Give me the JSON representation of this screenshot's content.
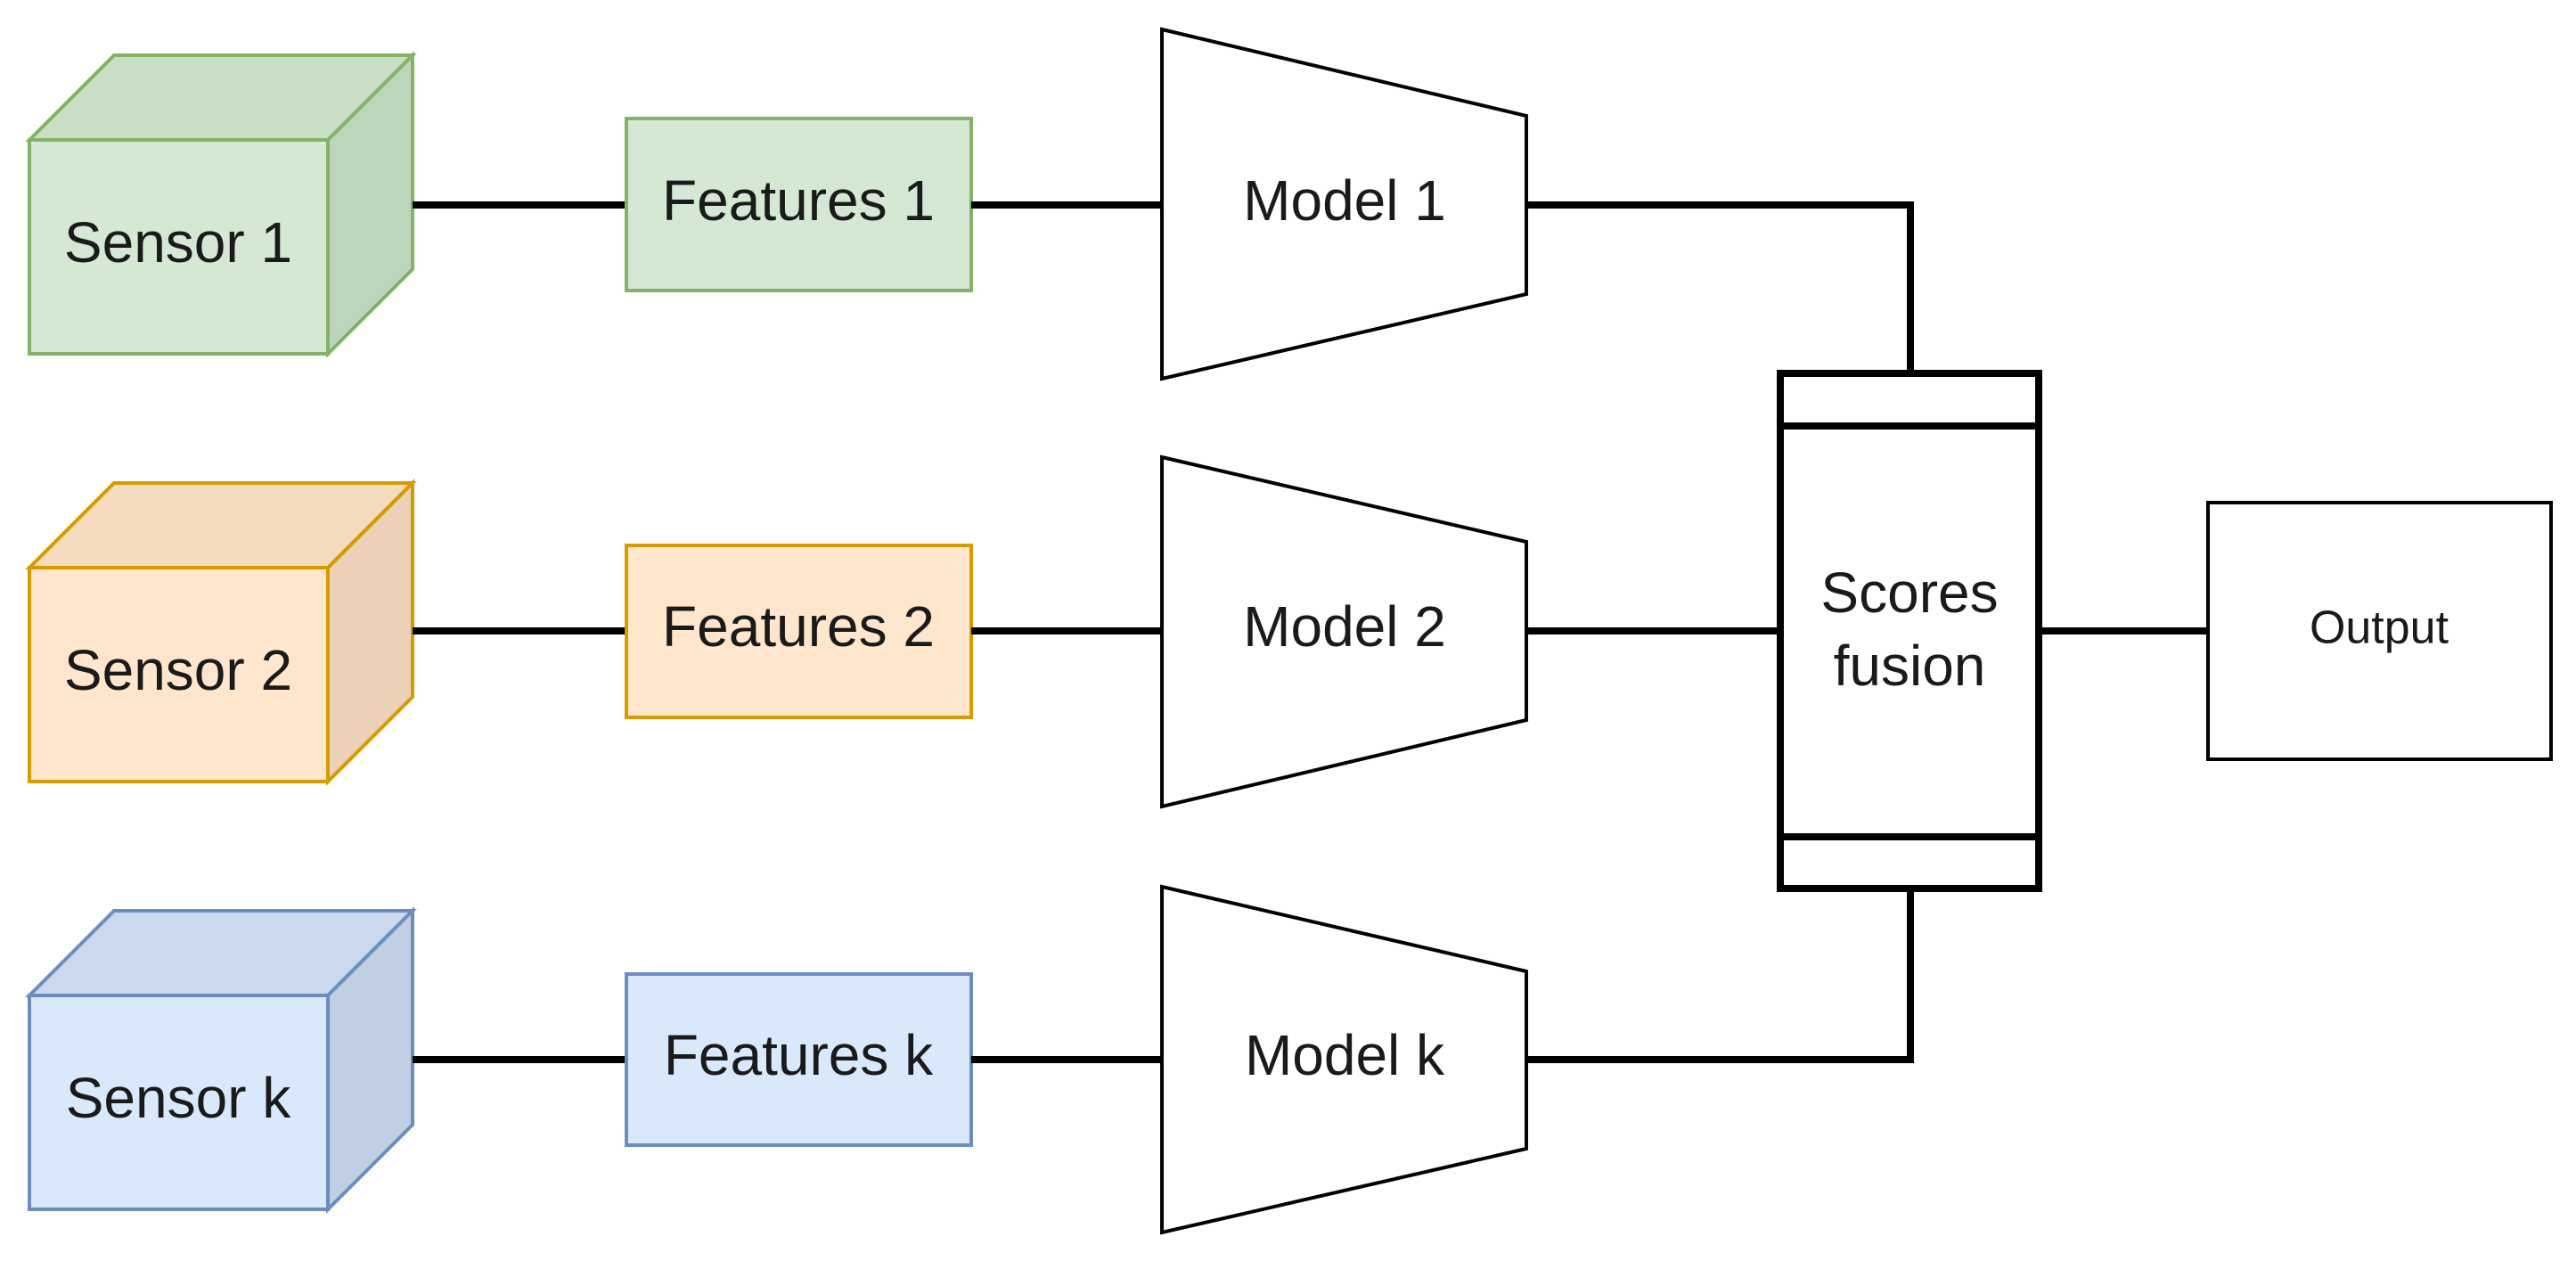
{
  "sensors": [
    {
      "label": "Sensor 1",
      "front": "#d5e8d4",
      "side": "#bcd5bb",
      "top": "#c8dfc6",
      "stroke": "#82b366"
    },
    {
      "label": "Sensor 2",
      "front": "#ffe6cc",
      "side": "#ecd1b6",
      "top": "#f5dcbf",
      "stroke": "#d79b00"
    },
    {
      "label": "Sensor k",
      "front": "#dae8fc",
      "side": "#c1cfe3",
      "top": "#cbd9ee",
      "stroke": "#6c8ebf"
    }
  ],
  "features": [
    {
      "label": "Features 1",
      "fill": "#d5e8d4",
      "stroke": "#82b366"
    },
    {
      "label": "Features 2",
      "fill": "#ffe6cc",
      "stroke": "#d79b00"
    },
    {
      "label": "Features k",
      "fill": "#dae8fc",
      "stroke": "#6c8ebf"
    }
  ],
  "models": [
    {
      "label": "Model 1"
    },
    {
      "label": "Model 2"
    },
    {
      "label": "Model k"
    }
  ],
  "fusion": {
    "line1": "Scores",
    "line2": "fusion"
  },
  "output": {
    "label": "Output"
  }
}
